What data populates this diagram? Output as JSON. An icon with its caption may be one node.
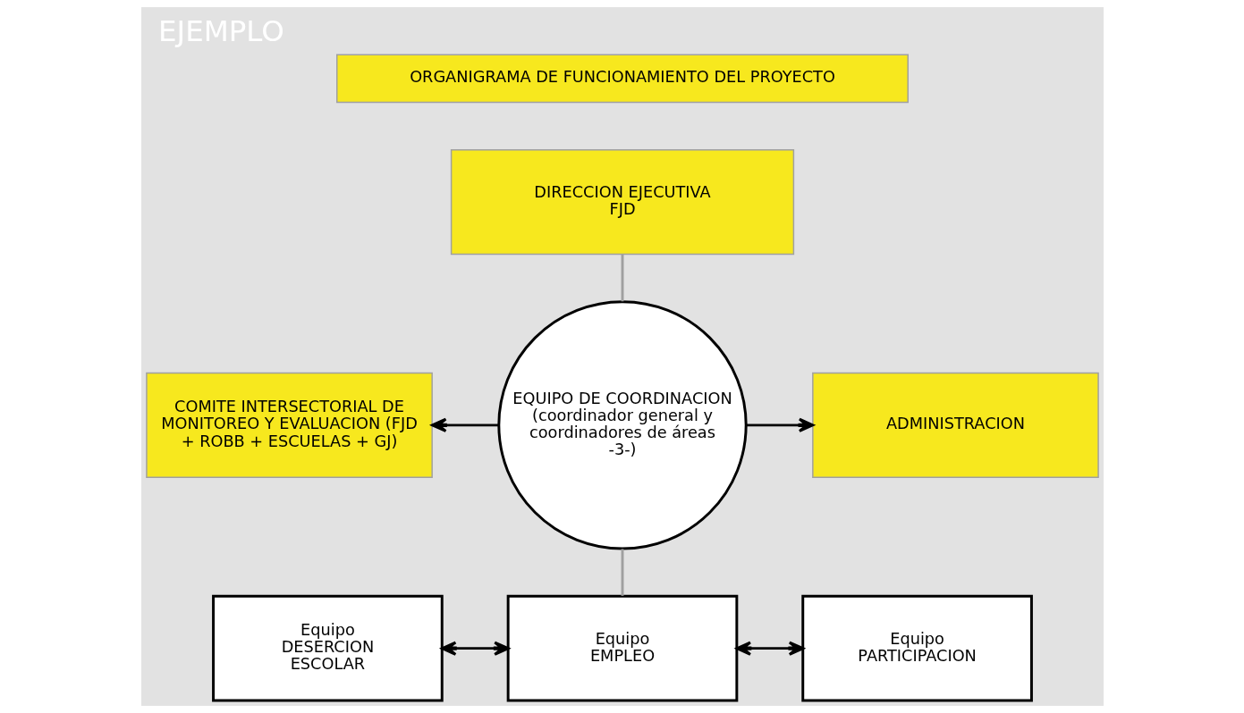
{
  "diagram": {
    "title": "EJEMPLO",
    "nodes": [
      {
        "text": [
          "ORGANIGRAMA DE FUNCIONAMIENTO DEL PROYECTO"
        ]
      },
      {
        "text": [
          "DIRECCION EJECUTIVA FJD"
        ]
      },
      {
        "text": [
          "COMITE INTERSECTORIAL DE MONITOREO Y EVALUACION (FJD + ROBB + ESCUELAS + GJ)"
        ]
      },
      {
        "text": [
          "EQUIPO DE COORDINACION",
          "(coordinador general y coordinadores de áreas -3-)"
        ]
      },
      {
        "text": [
          "ADMINISTRACION"
        ]
      },
      {
        "text": [
          "Equipo DESERCION ESCOLAR"
        ]
      },
      {
        "text": [
          "Equipo EMPLEO"
        ]
      },
      {
        "text": [
          "Equipo PARTICIPACION"
        ]
      }
    ],
    "edges": [
      {
        "from": 1,
        "to": 3,
        "arrow": "none",
        "color": "#a0a0a0"
      },
      {
        "from": 3,
        "to": 2,
        "arrow": "to"
      },
      {
        "from": 3,
        "to": 4,
        "arrow": "to"
      },
      {
        "from": 3,
        "to": 6,
        "arrow": "none",
        "color": "#a0a0a0"
      },
      {
        "from": 5,
        "to": 6,
        "arrow": "both"
      },
      {
        "from": 6,
        "to": 7,
        "arrow": "both"
      }
    ]
  }
}
